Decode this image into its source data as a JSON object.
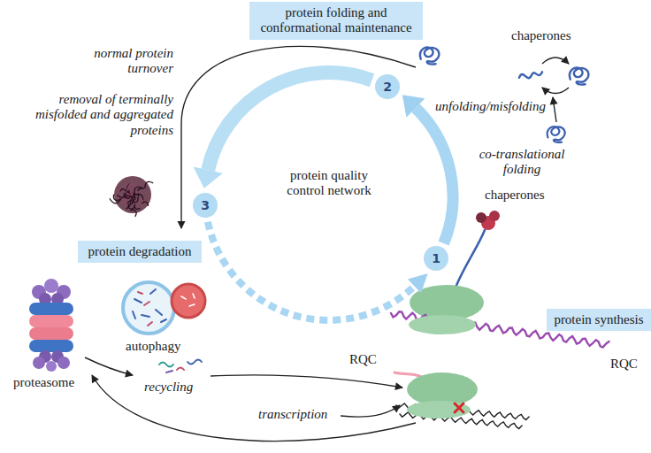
{
  "diagram": {
    "nodes": [
      {
        "text": [
          "protein folding and conformational maintenance"
        ]
      },
      {
        "text": [
          "2"
        ]
      },
      {
        "text": [
          "3"
        ]
      },
      {
        "text": [
          "protein degradation"
        ]
      },
      {
        "text": [
          "1"
        ]
      },
      {
        "text": [
          "protein synthesis"
        ]
      }
    ],
    "edges": [
      {
        "from": 4,
        "to": 1,
        "arrow": "to"
      },
      {
        "from": 1,
        "to": 2,
        "arrow": "to"
      },
      {
        "from": 2,
        "to": 4,
        "arrow": "to"
      }
    ],
    "labels": [
      "normal protein turnover",
      "removal of terminally misfolded and aggregated proteins",
      "chaperones",
      "unfolding/misfolding",
      "protein quality control network",
      "co-translational folding",
      "chaperones",
      "autophagy",
      "proteasome",
      "recycling",
      "transcription",
      "RQC",
      "RQC"
    ]
  }
}
